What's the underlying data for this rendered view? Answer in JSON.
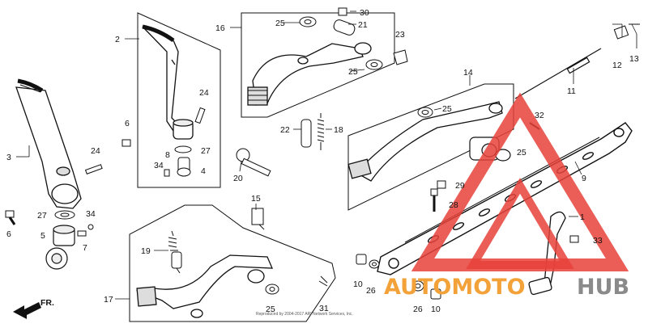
{
  "diagram": {
    "labels": [
      {
        "id": "c1",
        "text": "1"
      },
      {
        "id": "c2",
        "text": "2"
      },
      {
        "id": "c3",
        "text": "3"
      },
      {
        "id": "c4",
        "text": "4"
      },
      {
        "id": "c5",
        "text": "5"
      },
      {
        "id": "c6a",
        "text": "6"
      },
      {
        "id": "c6b",
        "text": "6"
      },
      {
        "id": "c7",
        "text": "7"
      },
      {
        "id": "c8",
        "text": "8"
      },
      {
        "id": "c9",
        "text": "9"
      },
      {
        "id": "c10a",
        "text": "10"
      },
      {
        "id": "c10b",
        "text": "10"
      },
      {
        "id": "c11",
        "text": "11"
      },
      {
        "id": "c12",
        "text": "12"
      },
      {
        "id": "c13",
        "text": "13"
      },
      {
        "id": "c14",
        "text": "14"
      },
      {
        "id": "c15",
        "text": "15"
      },
      {
        "id": "c16",
        "text": "16"
      },
      {
        "id": "c17",
        "text": "17"
      },
      {
        "id": "c18",
        "text": "18"
      },
      {
        "id": "c19",
        "text": "19"
      },
      {
        "id": "c20",
        "text": "20"
      },
      {
        "id": "c21",
        "text": "21"
      },
      {
        "id": "c22",
        "text": "22"
      },
      {
        "id": "c23",
        "text": "23"
      },
      {
        "id": "c24a",
        "text": "24"
      },
      {
        "id": "c24b",
        "text": "24"
      },
      {
        "id": "c25a",
        "text": "25"
      },
      {
        "id": "c25b",
        "text": "25"
      },
      {
        "id": "c25c",
        "text": "25"
      },
      {
        "id": "c25d",
        "text": "25"
      },
      {
        "id": "c25e",
        "text": "25"
      },
      {
        "id": "c26a",
        "text": "26"
      },
      {
        "id": "c26b",
        "text": "26"
      },
      {
        "id": "c27a",
        "text": "27"
      },
      {
        "id": "c27b",
        "text": "27"
      },
      {
        "id": "c28",
        "text": "28"
      },
      {
        "id": "c29",
        "text": "29"
      },
      {
        "id": "c30",
        "text": "30"
      },
      {
        "id": "c31",
        "text": "31"
      },
      {
        "id": "c32",
        "text": "32"
      },
      {
        "id": "c33",
        "text": "33"
      },
      {
        "id": "c34a",
        "text": "34"
      },
      {
        "id": "c34b",
        "text": "34"
      }
    ],
    "front_marker": "FR.",
    "copyright": "Reproduced by 2004-2017 ARI Network Services, Inc."
  },
  "watermark": {
    "brand_left": "AUTOMOTO",
    "brand_right": "HUB",
    "color_red": "#e8413a",
    "color_orange": "#f3a23a",
    "color_gray": "#8a8a8a"
  }
}
